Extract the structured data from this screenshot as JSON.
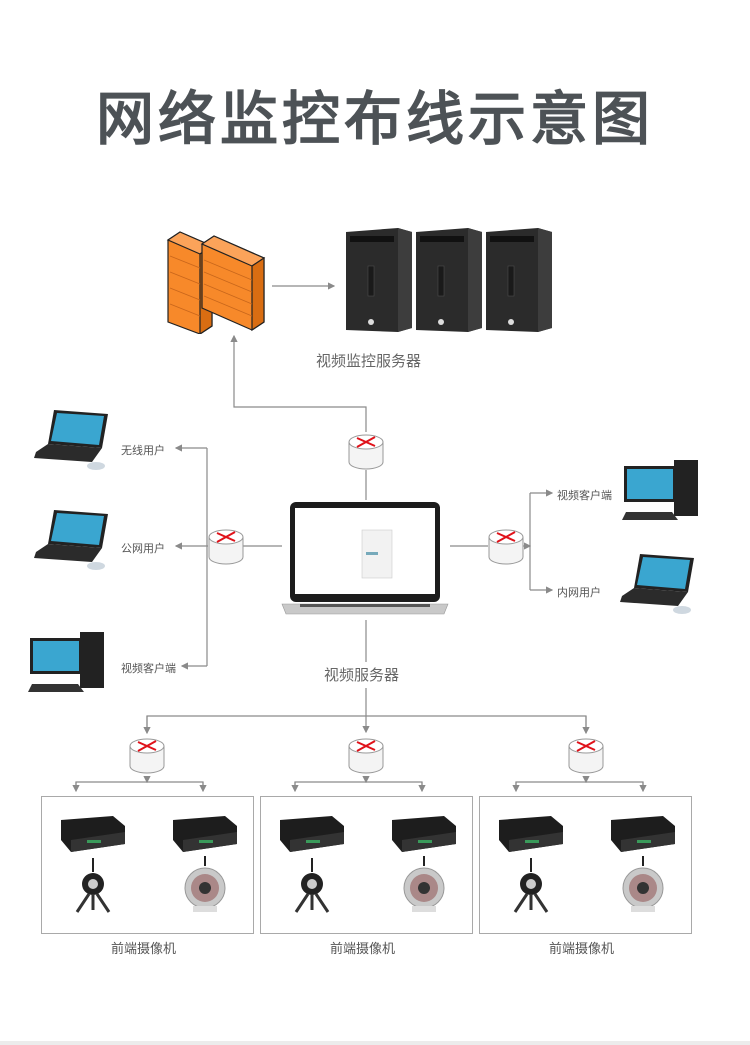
{
  "title": "网络监控布线示意图",
  "top_section": {
    "firewall_icon": "firewall-icon",
    "server_cluster_label": "视频监控服务器",
    "server_count": 3
  },
  "left_clients": [
    {
      "label": "无线用户",
      "icon": "laptop-icon"
    },
    {
      "label": "公网用户",
      "icon": "laptop-icon"
    },
    {
      "label": "视频客户端",
      "icon": "desktop-pc-icon"
    }
  ],
  "right_clients": [
    {
      "label": "视频客户端",
      "icon": "desktop-pc-icon"
    },
    {
      "label": "内网用户",
      "icon": "laptop-icon"
    }
  ],
  "center": {
    "label": "视频服务器",
    "icon": "macbook-laptop-icon"
  },
  "front_end_groups": [
    {
      "label": "前端摄像机",
      "devices": [
        "encoder-icon",
        "webcam-icon",
        "encoder-icon",
        "ir-camera-icon"
      ]
    },
    {
      "label": "前端摄像机",
      "devices": [
        "encoder-icon",
        "webcam-icon",
        "encoder-icon",
        "ir-camera-icon"
      ]
    },
    {
      "label": "前端摄像机",
      "devices": [
        "encoder-icon",
        "webcam-icon",
        "encoder-icon",
        "ir-camera-icon"
      ]
    }
  ],
  "colors": {
    "title": "#4d5256",
    "line": "#8a8a8a",
    "firewall": "#f7892a",
    "router_arrows": "#e0121a",
    "server": "#2a2a2a"
  }
}
